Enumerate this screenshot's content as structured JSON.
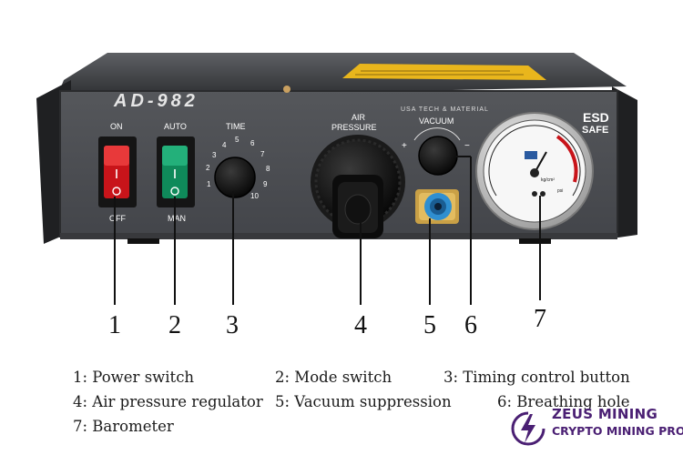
{
  "device": {
    "model": "AD-982",
    "subtitle": "USA TECH & MATERIAL",
    "esd_line1": "ESD",
    "esd_line2": "SAFE",
    "on": "ON",
    "off": "OFF",
    "auto": "AUTO",
    "man": "MAN",
    "time": "TIME",
    "air_pressure_1": "AIR",
    "air_pressure_2": "PRESSURE",
    "vacuum": "VACUUM",
    "plus": "+",
    "minus": "−",
    "dial": [
      "1",
      "2",
      "3",
      "4",
      "5",
      "6",
      "7",
      "8",
      "9",
      "10"
    ],
    "gauge_unit1": "kg/cm²",
    "gauge_unit2": "psi"
  },
  "callouts": [
    "1",
    "2",
    "3",
    "4",
    "5",
    "6",
    "7"
  ],
  "legend": {
    "item1": "1: Power switch",
    "item2": "2: Mode switch",
    "item3": "3: Timing control button",
    "item4": "4: Air pressure regulator",
    "item5": "5: Vacuum suppression",
    "item6": "6: Breathing hole",
    "item7": "7: Barometer"
  },
  "brand": {
    "line1": "ZEUS MINING",
    "line2": "CRYPTO MINING PRO"
  },
  "colors": {
    "panel": "#4b4d50",
    "case": "#2e2f31",
    "brand": "#4a1f73",
    "power_switch": "#c8141a",
    "mode_switch": "#0f8a5a"
  }
}
